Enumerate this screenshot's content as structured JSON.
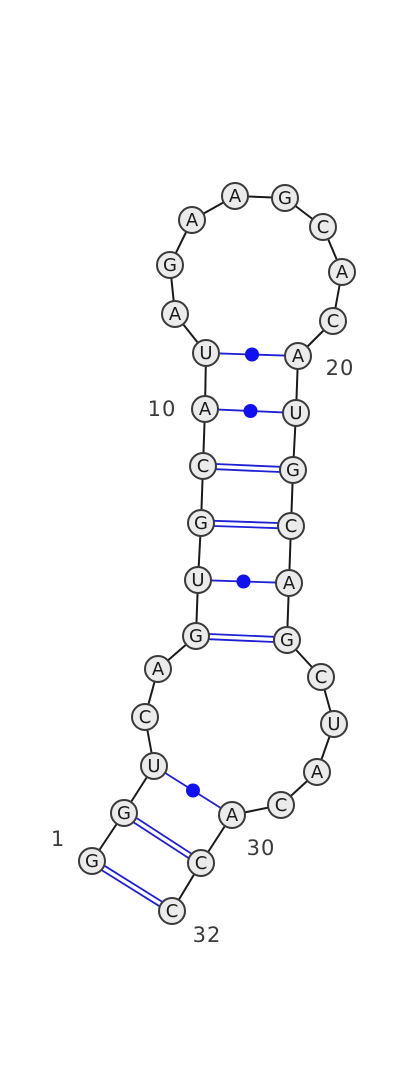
{
  "sequence": [
    "G",
    "G",
    "U",
    "C",
    "A",
    "G",
    "U",
    "G",
    "C",
    "A",
    "U",
    "A",
    "G",
    "A",
    "A",
    "G",
    "C",
    "A",
    "C",
    "A",
    "U",
    "G",
    "C",
    "A",
    "G",
    "C",
    "U",
    "A",
    "C",
    "A",
    "C",
    "C"
  ],
  "position_labels": [
    {
      "index": 1,
      "text": "1"
    },
    {
      "index": 10,
      "text": "10"
    },
    {
      "index": 20,
      "text": "20"
    },
    {
      "index": 30,
      "text": "30"
    },
    {
      "index": 32,
      "text": "32"
    }
  ],
  "base_pairs": [
    {
      "i": 1,
      "j": 32,
      "type": "canonical"
    },
    {
      "i": 2,
      "j": 31,
      "type": "canonical"
    },
    {
      "i": 3,
      "j": 30,
      "type": "wobble"
    },
    {
      "i": 6,
      "j": 25,
      "type": "canonical"
    },
    {
      "i": 7,
      "j": 24,
      "type": "wobble"
    },
    {
      "i": 8,
      "j": 23,
      "type": "canonical"
    },
    {
      "i": 9,
      "j": 22,
      "type": "canonical"
    },
    {
      "i": 10,
      "j": 21,
      "type": "wobble"
    },
    {
      "i": 11,
      "j": 20,
      "type": "wobble"
    }
  ],
  "colors": {
    "pair_line": "#1f1fd6",
    "wobble_dot": "#1010f0",
    "nucleotide_fill": "#ebebeb",
    "backbone": "#1a1a1a"
  }
}
